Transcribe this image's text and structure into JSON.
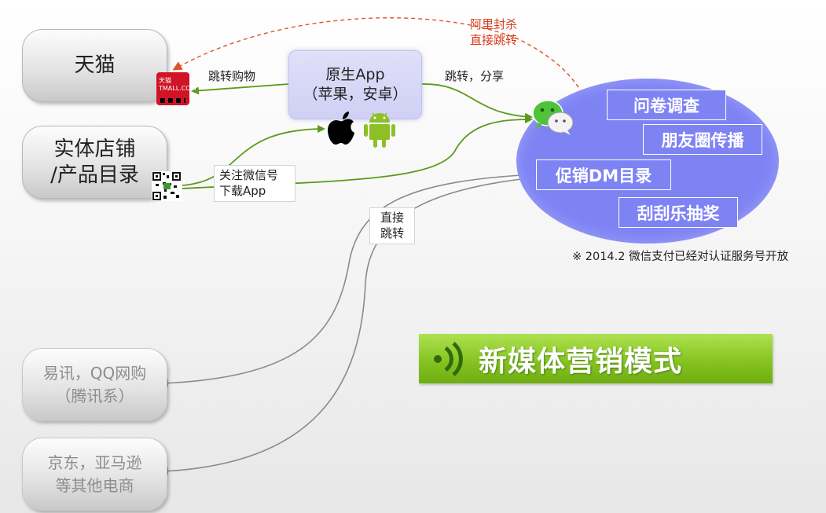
{
  "left_nodes": {
    "tmall": "天猫",
    "store": "实体店铺\n/产品目录",
    "yixun": "易讯，QQ网购\n（腾讯系）",
    "jd": "京东，亚马逊\n等其他电商"
  },
  "native_app": "原生App\n（苹果，安卓）",
  "labels": {
    "jump_shop": "跳转购物",
    "jump_share": "跳转，分享",
    "follow_download": "关注微信号\n下载App",
    "direct_jump": "直接\n跳转",
    "alibaba_block": "阿里封杀\n直接跳转"
  },
  "wechat_features": {
    "survey": "问卷调查",
    "moments": "朋友圈传播",
    "promo": "促销DM目录",
    "scratch": "刮刮乐抽奖"
  },
  "footnote": "※ 2014.2 微信支付已经对认证服务号开放",
  "banner_title": "新媒体营销模式",
  "icons": {
    "tmall_logo": "tmall-logo-icon",
    "tmall_logo_text": "天猫\nTMALL.COM",
    "qr_code": "qr-code-icon",
    "apple": "apple-logo-icon",
    "android": "android-logo-icon",
    "wechat": "wechat-logo-icon",
    "wifi": "signal-waves-icon"
  },
  "colors": {
    "green_arrow": "#5b9a1a",
    "gray_arrow": "#8a8a8a",
    "red_dashed": "#e0522a",
    "wechat_oval": "#7e83f4",
    "banner_green": "#84c11f"
  }
}
